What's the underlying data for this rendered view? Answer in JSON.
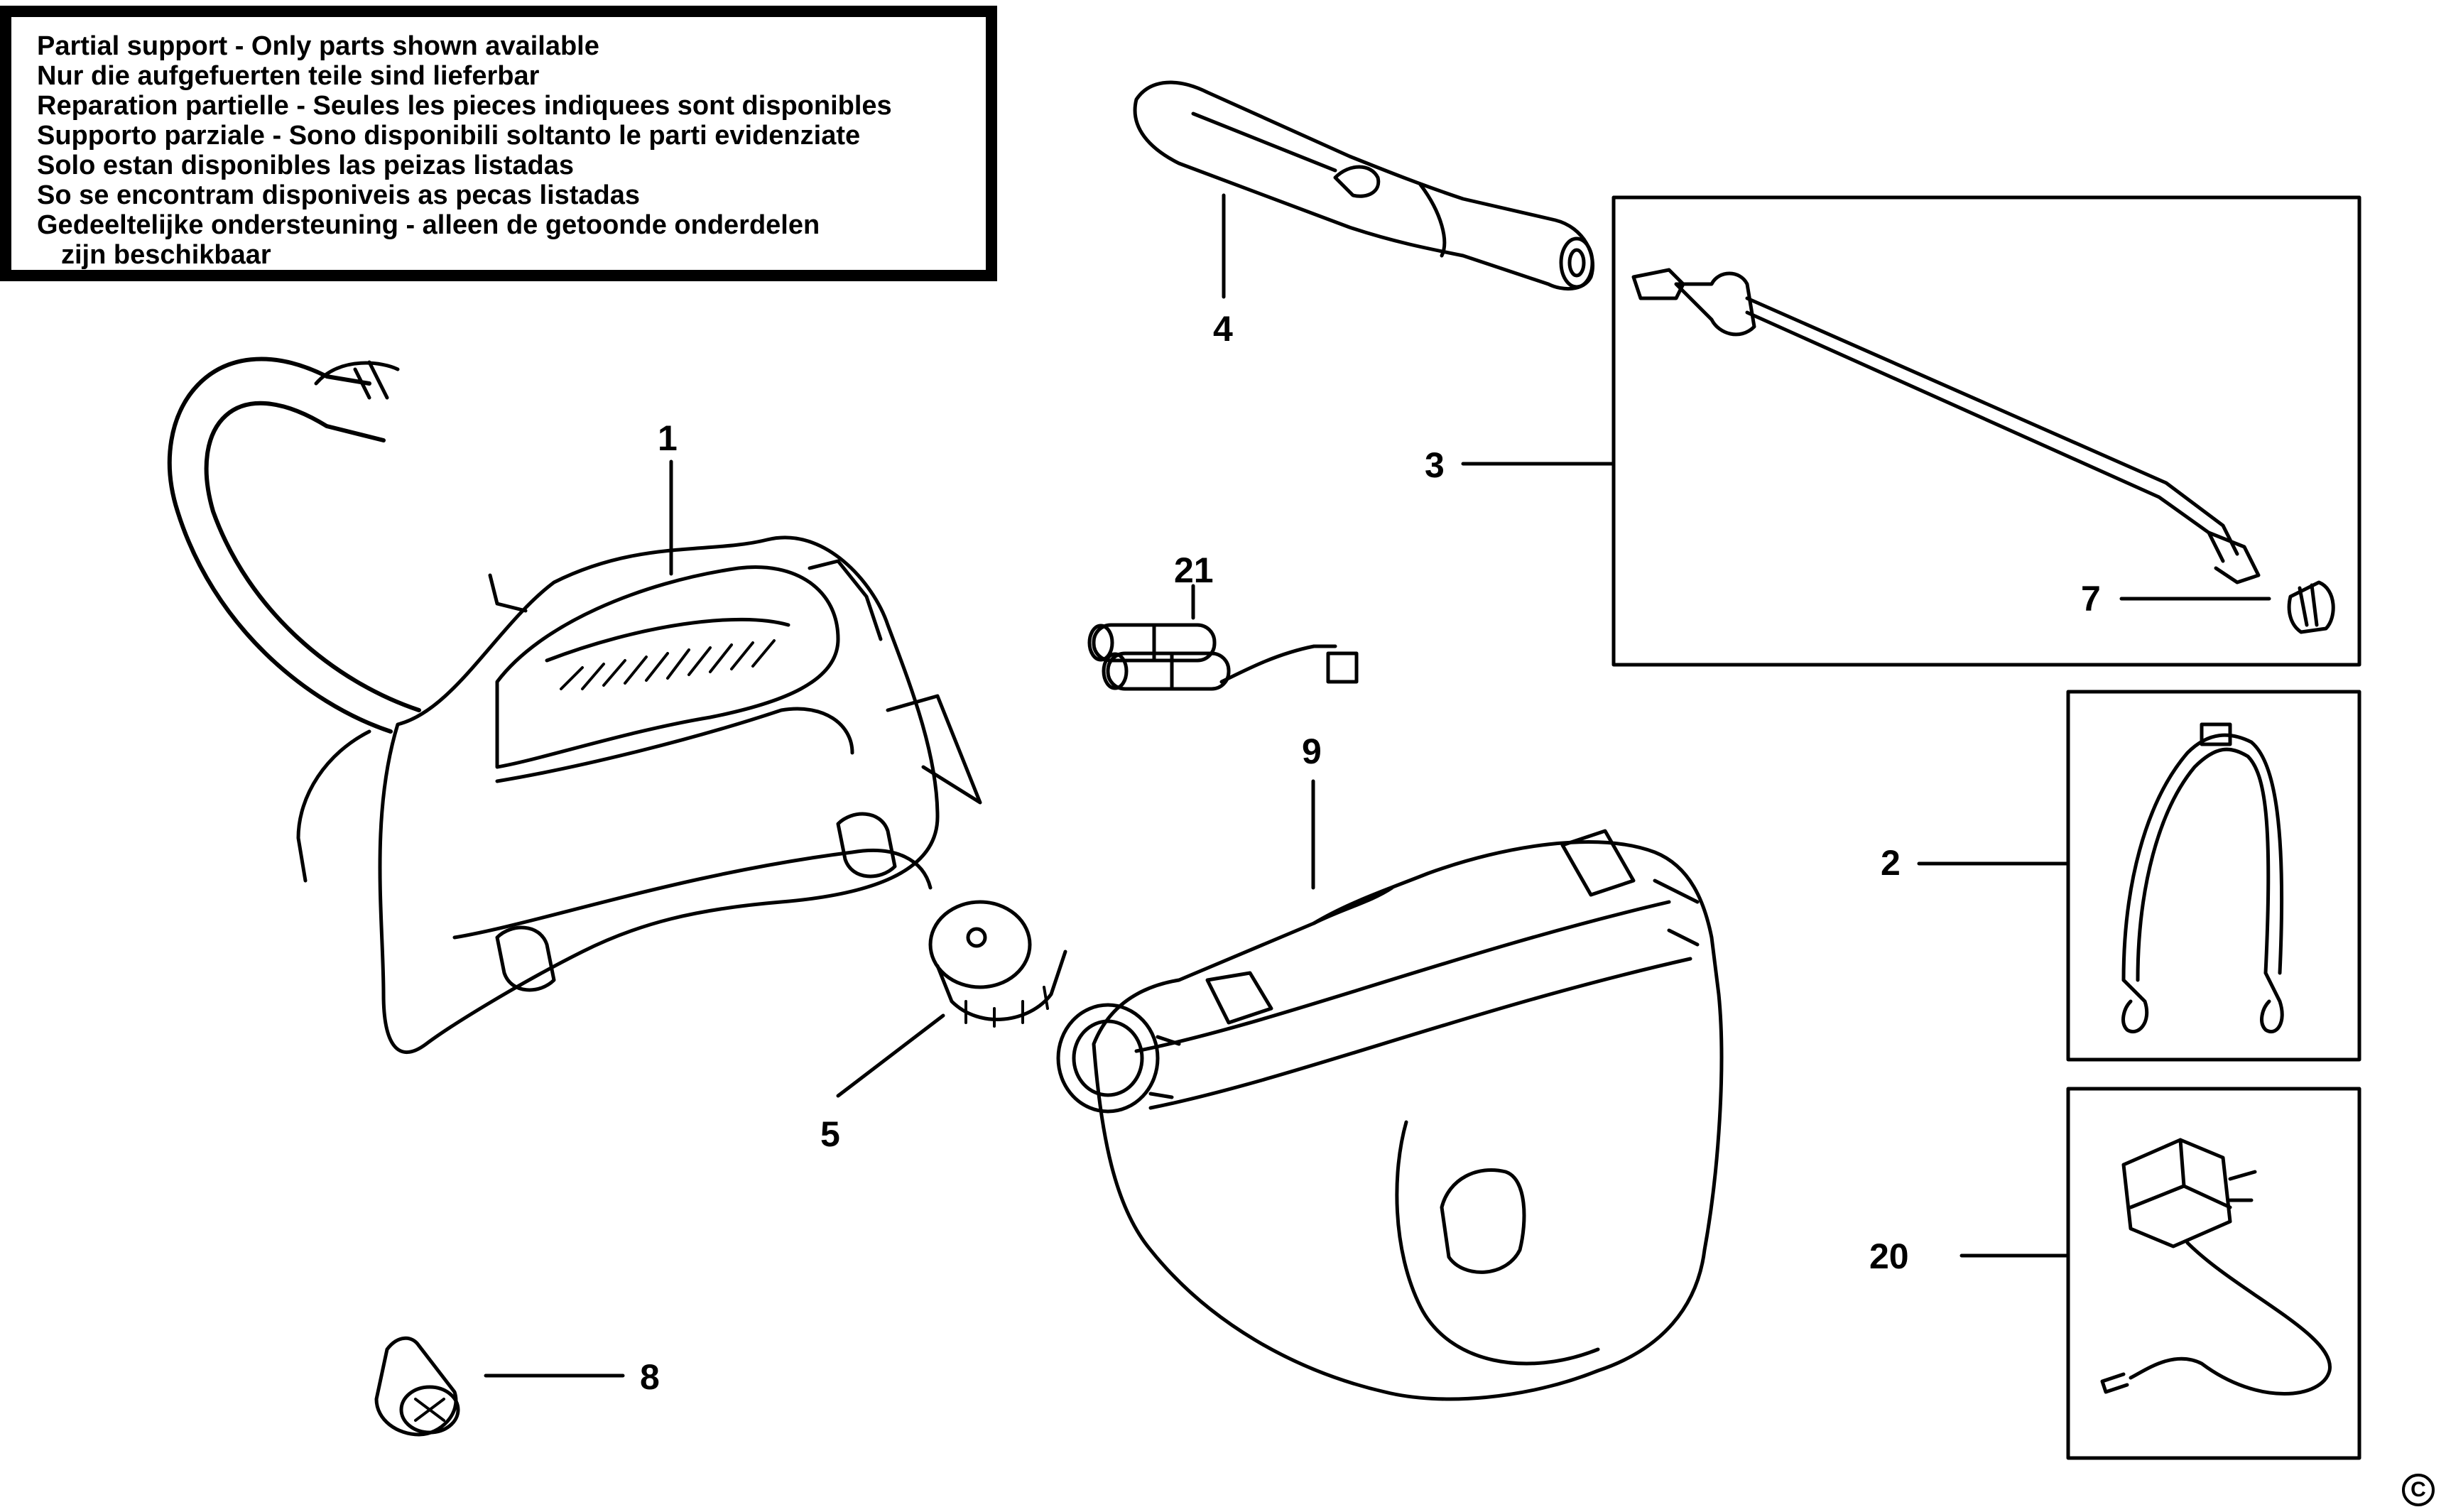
{
  "notice": {
    "lines": [
      "Partial support - Only parts shown available",
      "Nur die aufgefuerten teile sind lieferbar",
      "Reparation partielle - Seules les pieces indiquees sont disponibles",
      "Supporto parziale - Sono disponibili soltanto le parti evidenziate",
      "Solo estan disponibles las peizas listadas",
      "So se encontram disponiveis as pecas listadas",
      "Gedeeltelijke ondersteuning - alleen de getoonde onderdelen",
      "zijn beschikbaar"
    ]
  },
  "parts": {
    "p1": "1",
    "p2": "2",
    "p3": "3",
    "p4": "4",
    "p5": "5",
    "p7": "7",
    "p8": "8",
    "p9": "9",
    "p20": "20",
    "p21": "21"
  },
  "copyright_symbol": "C"
}
